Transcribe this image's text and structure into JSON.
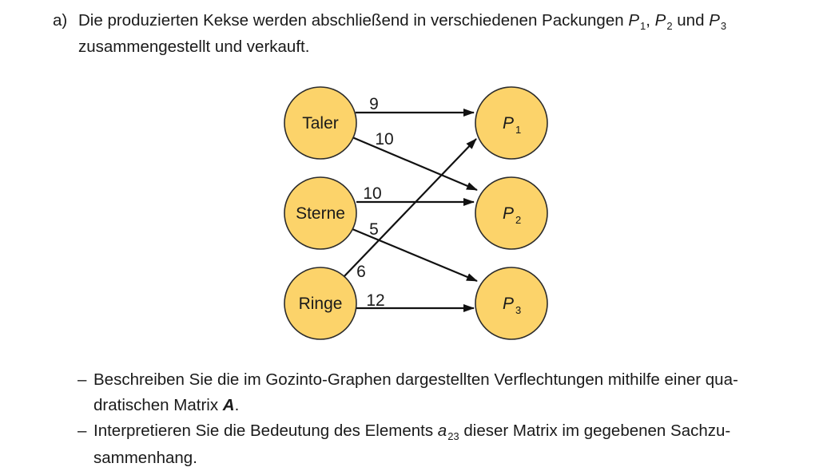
{
  "intro": {
    "label": "a)",
    "text_before": "Die produzierten Kekse werden abschließend in verschiedenen Packungen",
    "p1": "P",
    "p1_sub": "1",
    "sep1": ",",
    "p2": "P",
    "p2_sub": "2",
    "and": "und",
    "p3": "P",
    "p3_sub": "3",
    "line2": "zusammengestellt und verkauft."
  },
  "graph": {
    "nodes": [
      {
        "id": "taler",
        "label": "Taler",
        "italic": false
      },
      {
        "id": "sterne",
        "label": "Sterne",
        "italic": false
      },
      {
        "id": "ringe",
        "label": "Ringe",
        "italic": false
      },
      {
        "id": "p1",
        "label": "P",
        "sub": "1",
        "italic": true
      },
      {
        "id": "p2",
        "label": "P",
        "sub": "2",
        "italic": true
      },
      {
        "id": "p3",
        "label": "P",
        "sub": "3",
        "italic": true
      }
    ],
    "edges": [
      {
        "from": "taler",
        "to": "p1",
        "weight": "9"
      },
      {
        "from": "taler",
        "to": "p2",
        "weight": "10"
      },
      {
        "from": "sterne",
        "to": "p2",
        "weight": "10"
      },
      {
        "from": "sterne",
        "to": "p3",
        "weight": "5"
      },
      {
        "from": "ringe",
        "to": "p1",
        "weight": "6"
      },
      {
        "from": "ringe",
        "to": "p3",
        "weight": "12"
      }
    ],
    "node_fill": "#fcd36a",
    "node_stroke": "#2b2b2b",
    "edge_color": "#111111"
  },
  "tasks": {
    "dash": "–",
    "task1_before": "Beschreiben Sie die im Gozinto-Graphen dargestellten Verflechtungen mithilfe einer qua-",
    "task1_line2_before": "dratischen Matrix",
    "task1_matrix": "A",
    "task1_end": ".",
    "task2_before": "Interpretieren Sie die Bedeutung des Elements",
    "task2_element": "a",
    "task2_element_sub": "23",
    "task2_after": "dieser Matrix im gegebenen Sachzu-",
    "task2_line2": "sammenhang."
  }
}
